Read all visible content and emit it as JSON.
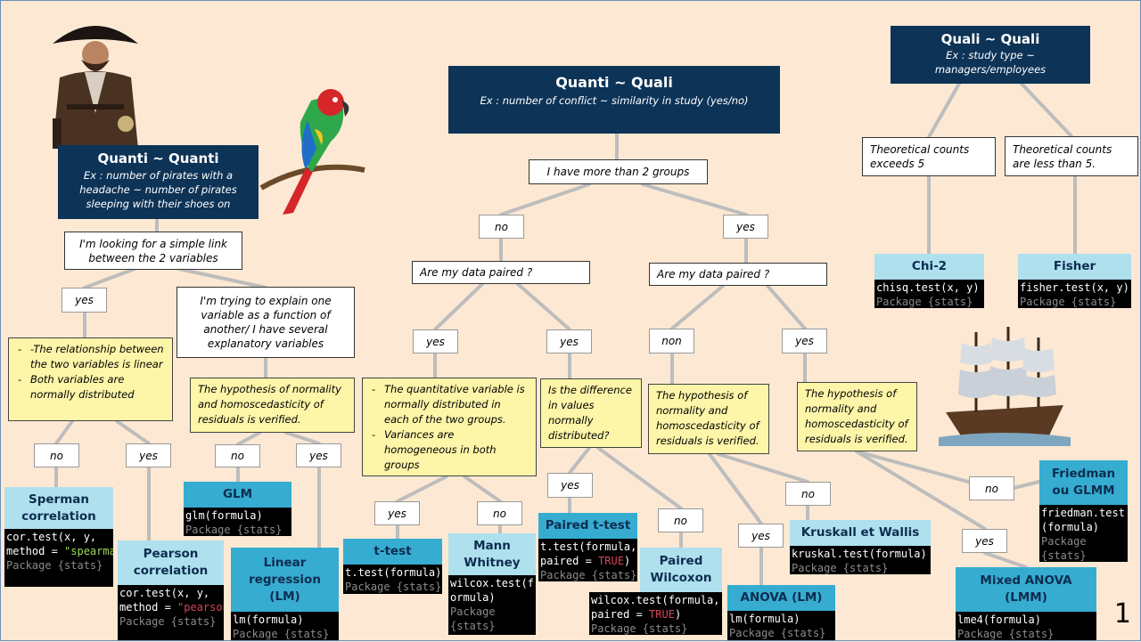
{
  "headers": {
    "quanti_quanti": {
      "title": "Quanti ~ Quanti",
      "subtitle": "Ex : number of pirates with a headache ~ number of pirates sleeping with their shoes on"
    },
    "quanti_quali": {
      "title": "Quanti ~ Quali",
      "subtitle": "Ex : number of conflict ~  similarity in study (yes/no)"
    },
    "quali_quali": {
      "title": "Quali ~ Quali",
      "subtitle": "Ex : study type ~ managers/employees"
    }
  },
  "questions": {
    "simple_link": "I'm looking for a simple link between the 2 variables",
    "explain": "I'm trying to explain one variable as a function of another/ I have several explanatory variables",
    "more_groups": "I have more than 2 groups",
    "paired_left": "Are my data paired ?",
    "paired_right": "Are my data paired ?",
    "counts_over5": "Theoretical counts exceeds 5",
    "counts_under5": "Theoretical counts are less than 5."
  },
  "answers": {
    "qq_yes": "yes",
    "cor_no": "no",
    "cor_yes": "yes",
    "glm_no": "no",
    "glm_yes": "yes",
    "grp_no": "no",
    "grp_yes": "yes",
    "pl_yes1": "yes",
    "pl_yes2": "yes",
    "pr_non": "non",
    "pr_yes": "yes",
    "tt_yes": "yes",
    "tt_no": "no",
    "pt_yes": "yes",
    "pt_no": "no",
    "an_yes": "yes",
    "an_no": "no",
    "fr_no": "no",
    "fr_yes": "yes"
  },
  "conditions": {
    "linear": [
      "-The relationship between the two variables is linear",
      "Both variables are normally distributed"
    ],
    "glm": "The hypothesis of normality and homoscedasticity of residuals is verified.",
    "ttest": [
      "The quantitative variable is normally distributed in each of the two groups.",
      "Variances are homogeneous in both groups"
    ],
    "diff": "Is the difference in values normally distributed?",
    "anova": "The hypothesis of normality and homoscedasticity of residuals is verified.",
    "friedman": "The hypothesis of normality and homoscedasticity of residuals is verified."
  },
  "tests": {
    "sperman": {
      "title": "Sperman correlation",
      "code_pre": "cor.test(x, y,\nmethod = ",
      "code_str": "\"spearman\"",
      "code_post": ")",
      "pkg": "Package {stats}"
    },
    "pearson": {
      "title": "Pearson correlation",
      "code_pre": "cor.test(x, y,\nmethod = ",
      "code_str": "\"pearson\"",
      "code_post": ")",
      "pkg": "Package {stats}"
    },
    "glm": {
      "title": "GLM",
      "code": "glm(formula)",
      "pkg": "Package {stats}"
    },
    "lm": {
      "title": "Linear regression (LM)",
      "code": "lm(formula)",
      "pkg": "Package {stats}"
    },
    "ttest": {
      "title": "t-test",
      "code": "t.test(formula)",
      "pkg": "Package {stats}"
    },
    "mann": {
      "title": "Mann Whitney",
      "code": "wilcox.test(f\normula)",
      "pkg": "Package\n{stats}"
    },
    "paired_t": {
      "title": "Paired t-test",
      "code": "t.test(formula,\npaired = ",
      "code_kw": "TRUE",
      "code_post": ")",
      "pkg": "Package {stats}"
    },
    "paired_w": {
      "title": "Paired Wilcoxon",
      "code": "wilcox.test(formula,\npaired = ",
      "code_kw": "TRUE",
      "code_post": ")",
      "pkg": "Package {stats}"
    },
    "anova": {
      "title": "ANOVA (LM)",
      "code": "lm(formula)",
      "pkg": "Package {stats}"
    },
    "kruskal": {
      "title": "Kruskall et Wallis",
      "code": "kruskal.test(formula)",
      "pkg": "Package {stats}"
    },
    "mixed": {
      "title": "Mixed ANOVA (LMM)",
      "code": "lme4(formula)",
      "pkg": "Package {stats}"
    },
    "friedman": {
      "title": "Friedman ou GLMM",
      "code": "friedman.test\n(formula)",
      "pkg": "Package\n{stats}"
    },
    "chi2": {
      "title": "Chi-2",
      "code": "chisq.test(x, y)",
      "pkg": "Package {stats}"
    },
    "fisher": {
      "title": "Fisher",
      "code": "fisher.test(x, y)",
      "pkg": "Package {stats}"
    }
  },
  "page_number": "1",
  "colors": {
    "background": "#fde9d3",
    "header": "#0d3357",
    "condition": "#fdf5a8",
    "test_light": "#aee0ee",
    "test_dark": "#36acd1",
    "connector": "#bdbdbd"
  },
  "icons": [
    "pirate-captain-icon",
    "parrot-icon",
    "pirate-ship-icon"
  ]
}
